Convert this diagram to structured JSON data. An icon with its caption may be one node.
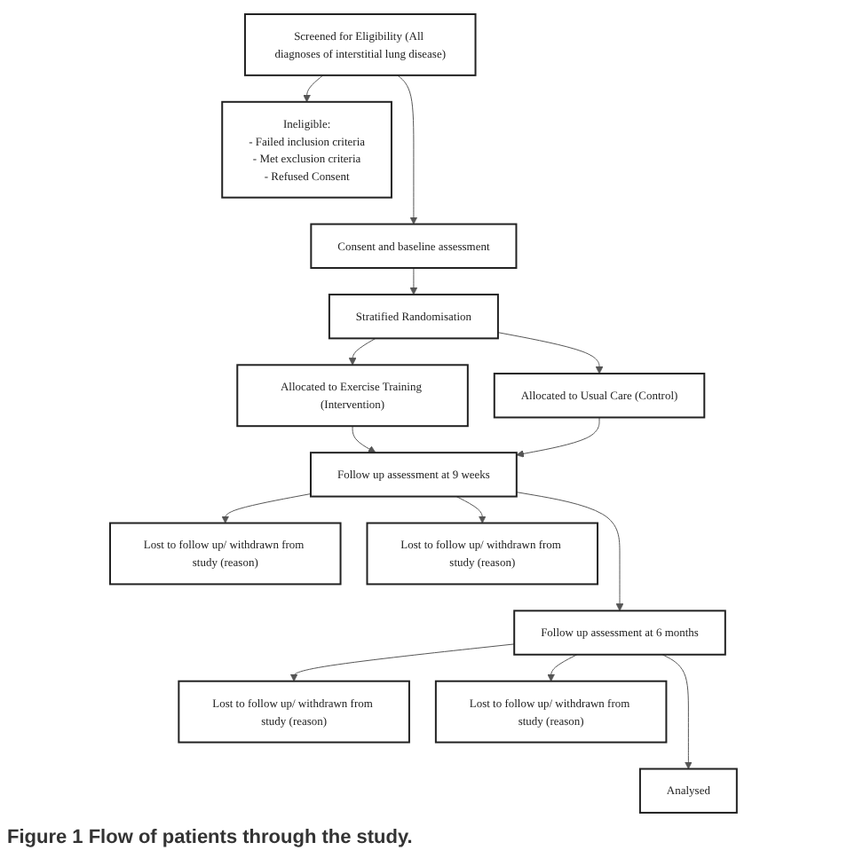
{
  "diagram": {
    "caption": "Figure 1 Flow of patients through the study.",
    "nodes": [
      {
        "text": [
          "Screened for Eligibility (All diagnoses of interstitial lung disease)"
        ]
      },
      {
        "text": [
          "Ineligible:",
          "- Failed inclusion criteria",
          "- Met exclusion criteria",
          "- Refused Consent"
        ]
      },
      {
        "text": [
          "Consent and baseline assessment"
        ]
      },
      {
        "text": [
          "Stratified Randomisation"
        ]
      },
      {
        "text": [
          "Allocated to Exercise Training (Intervention)"
        ]
      },
      {
        "text": [
          "Allocated to Usual Care (Control)"
        ]
      },
      {
        "text": [
          "Follow up assessment at 9 weeks"
        ]
      },
      {
        "text": [
          "Lost to follow up/ withdrawn from study (reason)"
        ]
      },
      {
        "text": [
          "Lost to follow up/ withdrawn from study (reason)"
        ]
      },
      {
        "text": [
          "Follow up assessment at 6 months"
        ]
      },
      {
        "text": [
          "Lost to follow up/ withdrawn from study (reason)"
        ]
      },
      {
        "text": [
          "Lost to follow up/ withdrawn from study (reason)"
        ]
      },
      {
        "text": [
          "Analysed"
        ]
      }
    ],
    "edges": [
      {
        "from": 0,
        "to": 1,
        "arrow": "to"
      },
      {
        "from": 0,
        "to": 2,
        "arrow": "to"
      },
      {
        "from": 2,
        "to": 3,
        "arrow": "to"
      },
      {
        "from": 3,
        "to": 4,
        "arrow": "to"
      },
      {
        "from": 3,
        "to": 5,
        "arrow": "to"
      },
      {
        "from": 4,
        "to": 6,
        "arrow": "to"
      },
      {
        "from": 5,
        "to": 6,
        "arrow": "to"
      },
      {
        "from": 6,
        "to": 7,
        "arrow": "to"
      },
      {
        "from": 6,
        "to": 8,
        "arrow": "to"
      },
      {
        "from": 6,
        "to": 9,
        "arrow": "to"
      },
      {
        "from": 9,
        "to": 10,
        "arrow": "to"
      },
      {
        "from": 9,
        "to": 11,
        "arrow": "to"
      },
      {
        "from": 9,
        "to": 12,
        "arrow": "to"
      }
    ]
  }
}
